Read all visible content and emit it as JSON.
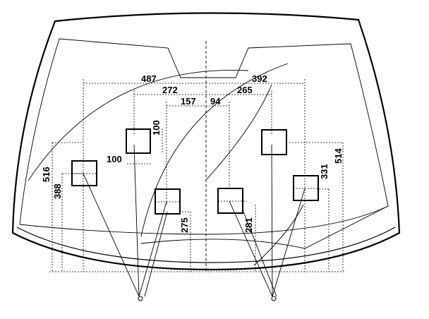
{
  "dimensions": {
    "d487": "487",
    "d392": "392",
    "d272": "272",
    "d265": "265",
    "d157": "157",
    "d94": "94",
    "d100_vertical": "100",
    "d100_horizontal": "100",
    "d516": "516",
    "d388": "388",
    "d275": "275",
    "d281": "281",
    "d331": "331",
    "d514": "514"
  }
}
